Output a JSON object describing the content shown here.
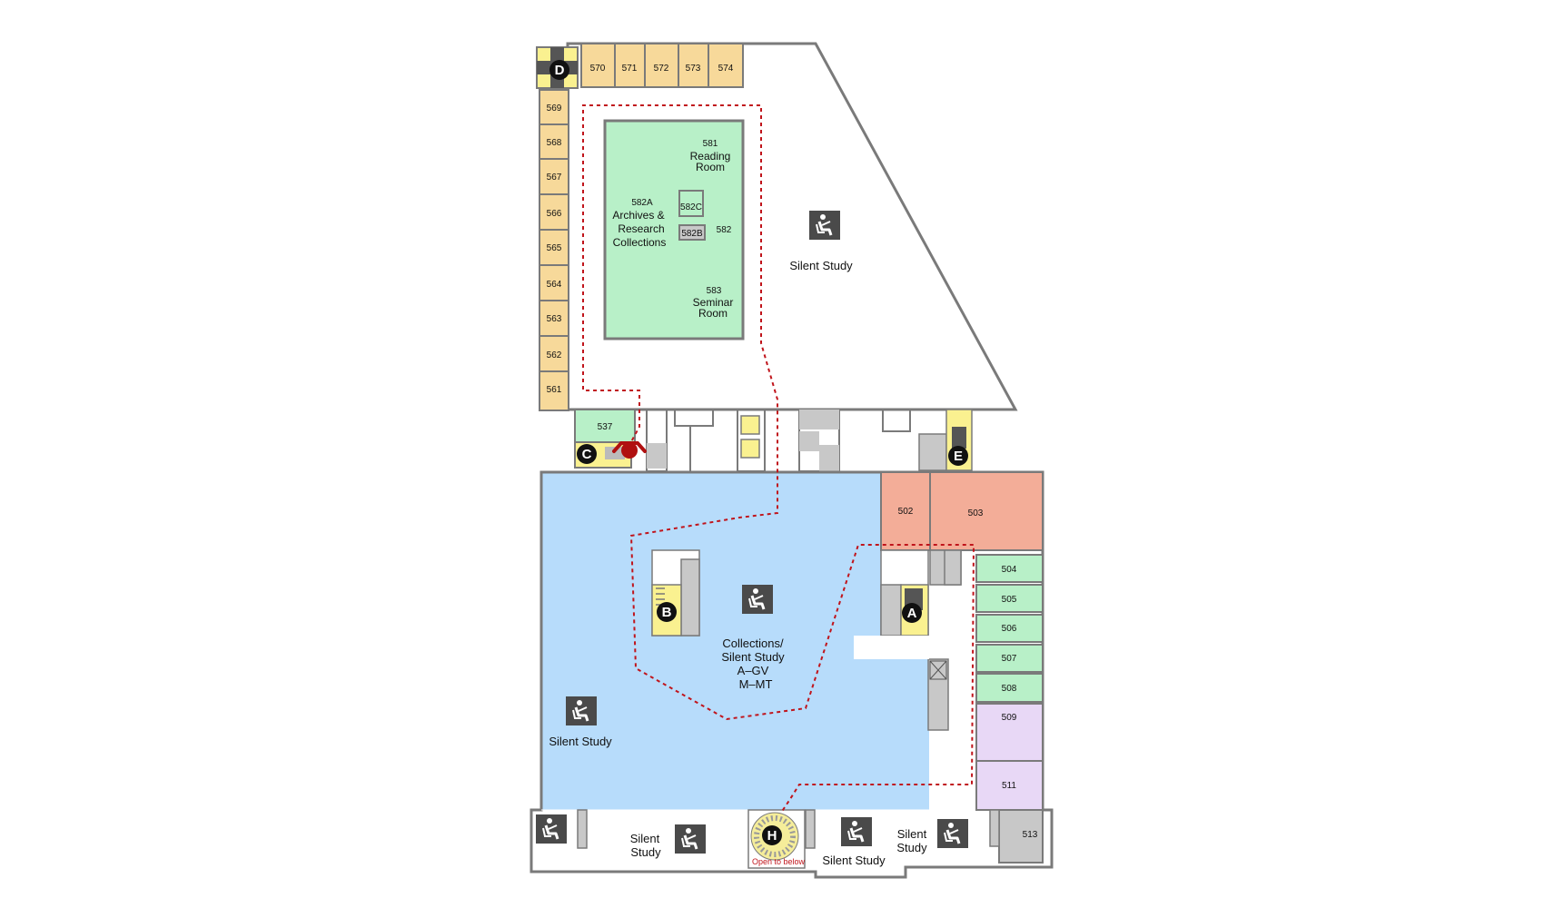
{
  "carrels_top": [
    "570",
    "571",
    "572",
    "573",
    "574"
  ],
  "carrels_left": [
    "569",
    "568",
    "567",
    "566",
    "565",
    "564",
    "563",
    "562",
    "561"
  ],
  "rooms": {
    "r582a_num": "582A",
    "r582a_l1": "Archives &",
    "r582a_l2": "Research",
    "r582a_l3": "Collections",
    "r581_num": "581",
    "r581_l1": "Reading",
    "r581_l2": "Room",
    "r582c": "582C",
    "r582b": "582B",
    "r582": "582",
    "r583_num": "583",
    "r583_l1": "Seminar",
    "r583_l2": "Room",
    "r537": "537",
    "r502": "502",
    "r503": "503",
    "right_rooms": [
      "504",
      "505",
      "506",
      "507",
      "508"
    ],
    "r509": "509",
    "r511": "511",
    "r513": "513"
  },
  "areas": {
    "silent_study_north": "Silent Study",
    "collections_l1": "Collections/",
    "collections_l2": "Silent Study",
    "collections_l3": "A–GV",
    "collections_l4": "M–MT",
    "silent_study_west": "Silent Study",
    "silent_study_s1_l1": "Silent",
    "silent_study_s1_l2": "Study",
    "silent_study_s2": "Silent Study",
    "silent_study_s3_l1": "Silent",
    "silent_study_s3_l2": "Study"
  },
  "markers": [
    "A",
    "B",
    "C",
    "D",
    "E",
    "H"
  ],
  "open_to_below": "Open to below",
  "icons": {
    "study": "silent-study-icon",
    "you_are_here": "you-are-here-icon",
    "stairs": "stairs-icon",
    "elevator": "elevator-icon"
  },
  "colors": {
    "collections": "#b7dcfb",
    "carrels": "#f7d99a",
    "archives": "#b8f0c8",
    "rooms_salmon": "#f3ad98",
    "rooms_purple": "#e8d8f6",
    "service": "#c8c8c8",
    "stairs": "#faf190",
    "route": "#c0141b",
    "walls": "#7a7a7a"
  }
}
